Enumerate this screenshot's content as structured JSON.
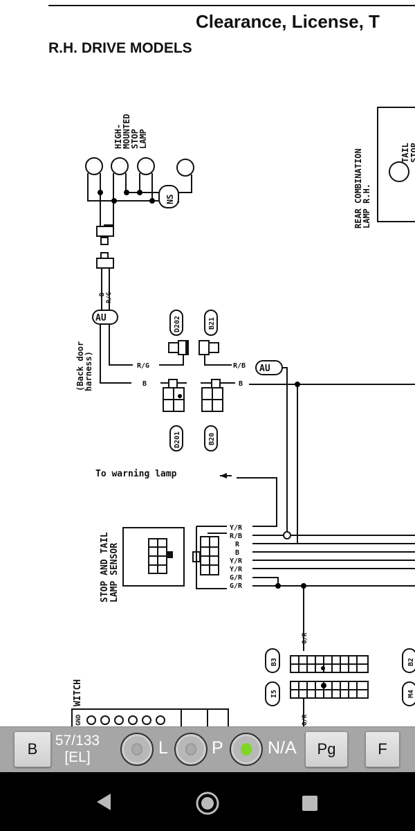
{
  "diagram": {
    "title": "Clearance, License, T",
    "subtitle": "R.H. DRIVE MODELS",
    "high_mount_label": [
      "HIGH-",
      "MOUNTED",
      "STOP",
      "LAMP"
    ],
    "ns": "NS",
    "wire_b_rg": [
      "B",
      "R/G"
    ],
    "au": "AU",
    "back_door": [
      "(Back door",
      "harness)"
    ],
    "conn_d202": "D202",
    "conn_b21": "B21",
    "conn_d201": "D201",
    "conn_b20": "B20",
    "wire_rg": "R/G",
    "wire_b": "B",
    "wire_rb": "R/B",
    "au2": "AU",
    "wire_b2": "B",
    "rear_combo": [
      "REAR COMBINATION",
      "LAMP R.H."
    ],
    "tail": "TAIL",
    "stop": "STOP",
    "warning": "To warning lamp",
    "sensor_label": [
      "STOP AND TAIL",
      "LAMP SENSOR"
    ],
    "sensor_wires": [
      "Y/R",
      "R/B",
      "R",
      "B",
      "Y/R",
      "Y/R",
      "G/R",
      "G/R"
    ],
    "wire_gr_down": "G/R",
    "wire_gr_bottom": "G/R",
    "conn_b3": "B3",
    "conn_i5": "I5",
    "conn_b2": "B2",
    "conn_m4": "M4",
    "switch": "WITCH",
    "gnd": "GND"
  },
  "toolbar": {
    "back": "B",
    "page": "57/133",
    "section": "[EL]",
    "radio_l": "L",
    "radio_p": "P",
    "radio_na": "N/A",
    "selected": "N/A",
    "pg": "Pg",
    "forward": "F",
    "accent": "#7fd624"
  }
}
